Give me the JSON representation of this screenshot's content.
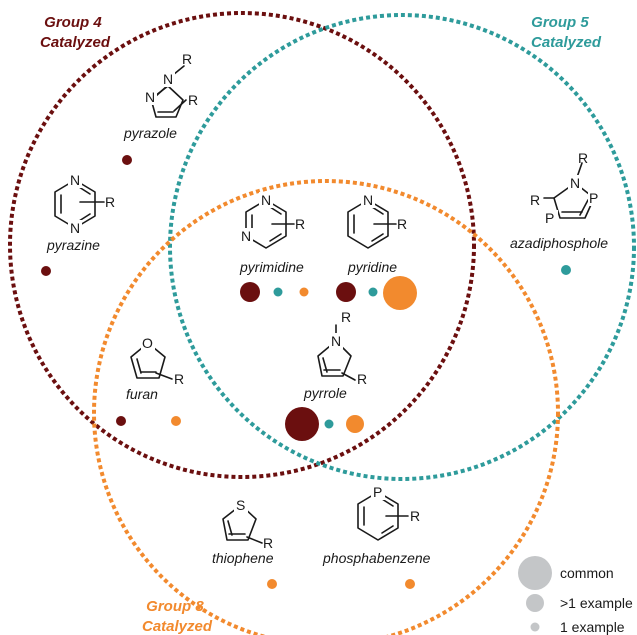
{
  "colors": {
    "group4": "#6b0f0f",
    "group5": "#2e9b9b",
    "group8": "#f28a2e",
    "legend": "#c4c6c8"
  },
  "groups": {
    "group4": {
      "line1": "Group 4",
      "line2": "Catalyzed"
    },
    "group5": {
      "line1": "Group 5",
      "line2": "Catalyzed"
    },
    "group8": {
      "line1": "Group 8",
      "line2": "Catalyzed"
    }
  },
  "heterocycles": {
    "pyrazole": {
      "name": "pyrazole",
      "atoms": {
        "n1": "N",
        "n2": "N",
        "r1": "R",
        "r2": "R"
      },
      "dots": [
        "1 example"
      ]
    },
    "pyrazine": {
      "name": "pyrazine",
      "atoms": {
        "n1": "N",
        "n2": "N",
        "r1": "R"
      },
      "dots": [
        "1 example"
      ]
    },
    "azadiphosphole": {
      "name": "azadiphosphole",
      "atoms": {
        "n1": "N",
        "p1": "P",
        "p2": "P",
        "r1": "R",
        "r2": "R"
      },
      "dots": [
        "1 example"
      ]
    },
    "pyrimidine": {
      "name": "pyrimidine",
      "atoms": {
        "n1": "N",
        "n2": "N",
        "r1": "R"
      },
      "dots": [
        ">1 example",
        "1 example",
        "1 example"
      ]
    },
    "pyridine": {
      "name": "pyridine",
      "atoms": {
        "n1": "N",
        "r1": "R"
      },
      "dots": [
        ">1 example",
        "1 example",
        "common"
      ]
    },
    "furan": {
      "name": "furan",
      "atoms": {
        "o1": "O",
        "r1": "R"
      },
      "dots": [
        "1 example",
        "1 example"
      ]
    },
    "pyrrole": {
      "name": "pyrrole",
      "atoms": {
        "n1": "N",
        "r1": "R",
        "r2": "R"
      },
      "dots": [
        "common",
        "1 example",
        ">1 example"
      ]
    },
    "thiophene": {
      "name": "thiophene",
      "atoms": {
        "s1": "S",
        "r1": "R"
      },
      "dots": [
        "1 example"
      ]
    },
    "phosphabenzene": {
      "name": "phosphabenzene",
      "atoms": {
        "p1": "P",
        "r1": "R"
      },
      "dots": [
        "1 example"
      ]
    }
  },
  "legend": {
    "common": "common",
    "many": ">1 example",
    "one": "1 example"
  }
}
